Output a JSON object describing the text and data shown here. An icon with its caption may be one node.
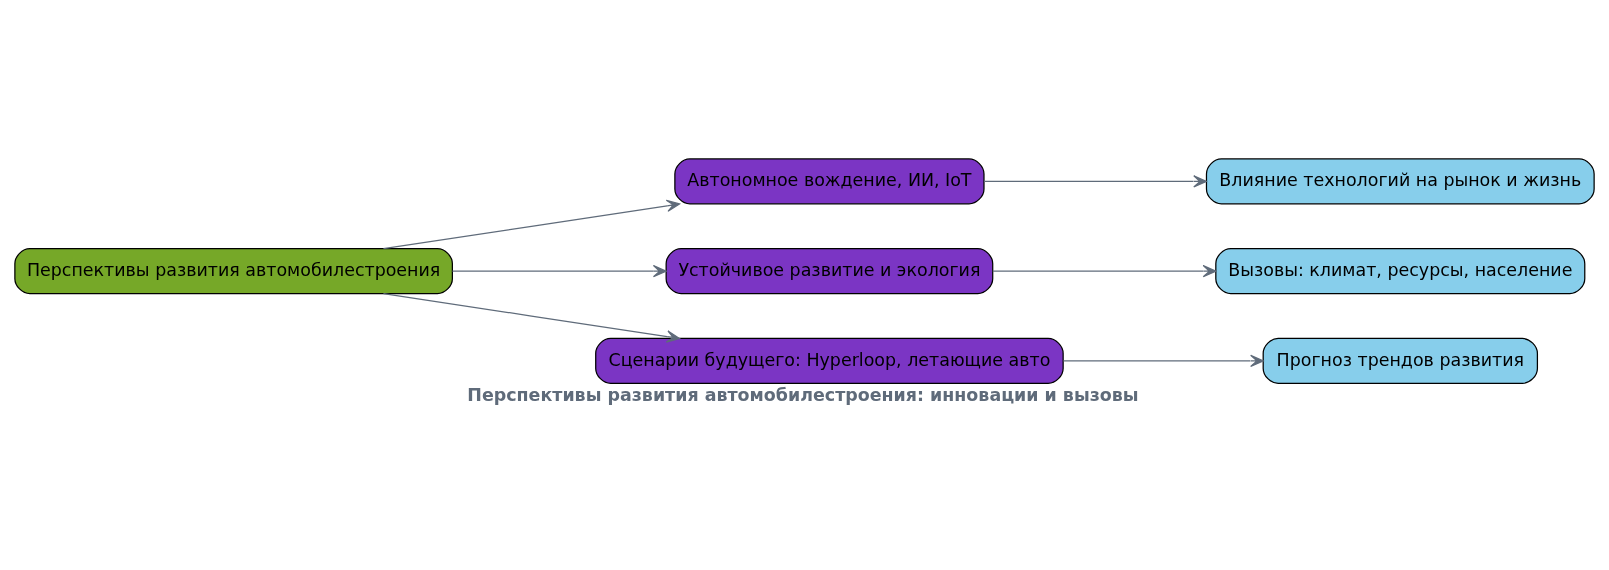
{
  "diagram": {
    "title": "Перспективы развития автомобилестроения: инновации и вызовы",
    "nodes": [
      {
        "text": [
          "Перспективы развития автомобилестроения"
        ]
      },
      {
        "text": [
          "Автономное вождение, ИИ, IoT"
        ]
      },
      {
        "text": [
          "Устойчивое развитие и экология"
        ]
      },
      {
        "text": [
          "Сценарии будущего: Hyperloop, летающие авто"
        ]
      },
      {
        "text": [
          "Влияние технологий на рынок и жизнь"
        ]
      },
      {
        "text": [
          "Вызовы: климат, ресурсы, население"
        ]
      },
      {
        "text": [
          "Прогноз трендов развития"
        ]
      }
    ],
    "edges": [
      {
        "from": 0,
        "to": 1,
        "arrow": "to"
      },
      {
        "from": 0,
        "to": 2,
        "arrow": "to"
      },
      {
        "from": 0,
        "to": 3,
        "arrow": "to"
      },
      {
        "from": 1,
        "to": 4,
        "arrow": "to"
      },
      {
        "from": 2,
        "to": 5,
        "arrow": "to"
      },
      {
        "from": 3,
        "to": 6,
        "arrow": "to"
      }
    ]
  }
}
